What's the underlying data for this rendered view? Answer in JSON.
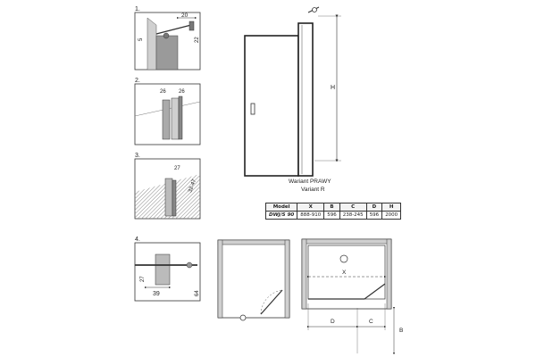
{
  "steps": {
    "s1": {
      "num": "1.",
      "d20": "20",
      "d5": "5",
      "d22": "22"
    },
    "s2": {
      "num": "2.",
      "d26a": "26",
      "d26b": "26"
    },
    "s3": {
      "num": "3.",
      "d27": "27",
      "d3247": "32-47"
    },
    "s4": {
      "num": "4.",
      "d27": "27",
      "d39": "39",
      "d64": "64"
    }
  },
  "front_view": {
    "h_label": "H"
  },
  "caption": {
    "line1": "Wariant PRAWY",
    "line2": "Variant R"
  },
  "table": {
    "headers": [
      "Model",
      "X",
      "B",
      "C",
      "D",
      "H"
    ],
    "rows": [
      [
        "DWJ/S 90",
        "888-910",
        "596",
        "238-245",
        "596",
        "2000"
      ]
    ]
  },
  "plan_left": {},
  "plan_right": {
    "x_label": "X",
    "d_label": "D",
    "c_label": "C",
    "b_label": "B"
  },
  "colors": {
    "line": "#333333",
    "panel_gray": "#9a9a9a",
    "light_gray": "#d0d0d0"
  }
}
